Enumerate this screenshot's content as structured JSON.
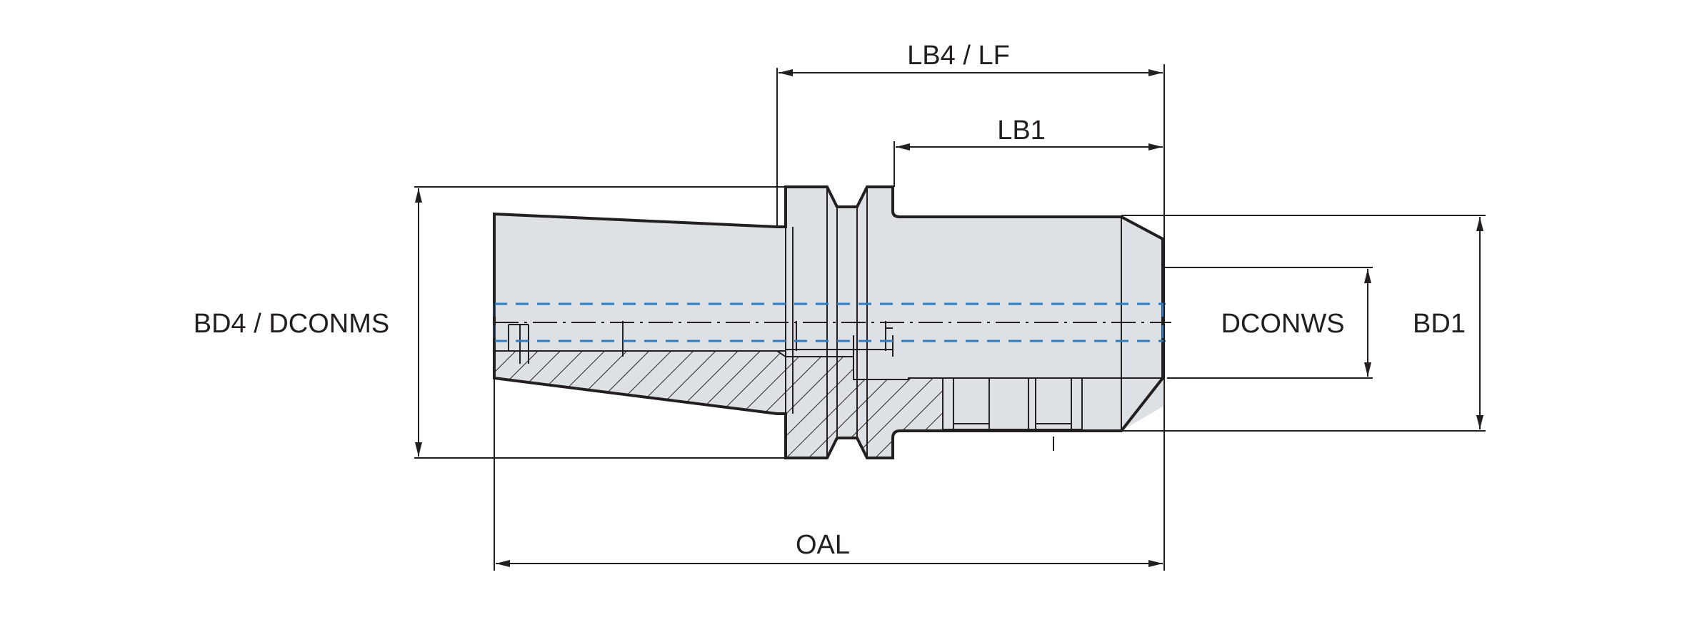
{
  "labels": {
    "lb4_lf": "LB4 / LF",
    "lb1": "LB1",
    "bd4_dconms": "BD4 / DCONMS",
    "dconws": "DCONWS",
    "bd1": "BD1",
    "oal": "OAL"
  },
  "colors": {
    "body_fill": "#dde1e5",
    "outline": "#231f20",
    "coolant_channel": "#2f7bc0",
    "background": "#ffffff"
  }
}
